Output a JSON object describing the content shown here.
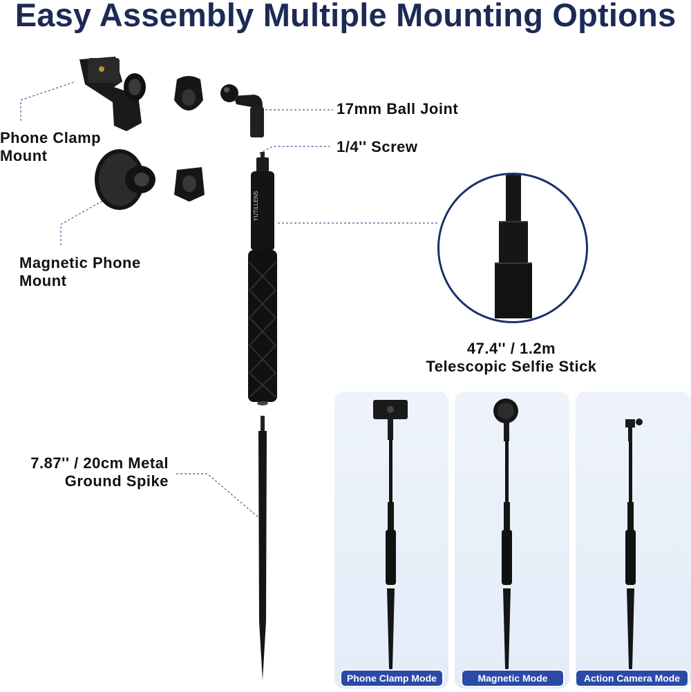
{
  "header": {
    "title": "Easy Assembly Multiple Mounting Options"
  },
  "parts": {
    "phone_clamp_line1": "Phone Clamp",
    "phone_clamp_line2": "Mount",
    "magnetic_line1": "Magnetic Phone",
    "magnetic_line2": "Mount",
    "ball_joint": "17mm Ball Joint",
    "screw": "1/4'' Screw",
    "stick_length": "47.4'' / 1.2m",
    "stick_name": "Telescopic Selfie Stick",
    "spike_line1": "7.87'' / 20cm Metal",
    "spike_line2": "Ground Spike",
    "brand": "YUTILLENS"
  },
  "modes": [
    {
      "label": "Phone Clamp Mode"
    },
    {
      "label": "Magnetic Mode"
    },
    {
      "label": "Action Camera Mode"
    }
  ],
  "colors": {
    "title": "#1c2a55",
    "callout_line": "#3d5a99",
    "mode_button": "#2a4aa6",
    "panel": "#e8eff9",
    "product": "#141414"
  }
}
